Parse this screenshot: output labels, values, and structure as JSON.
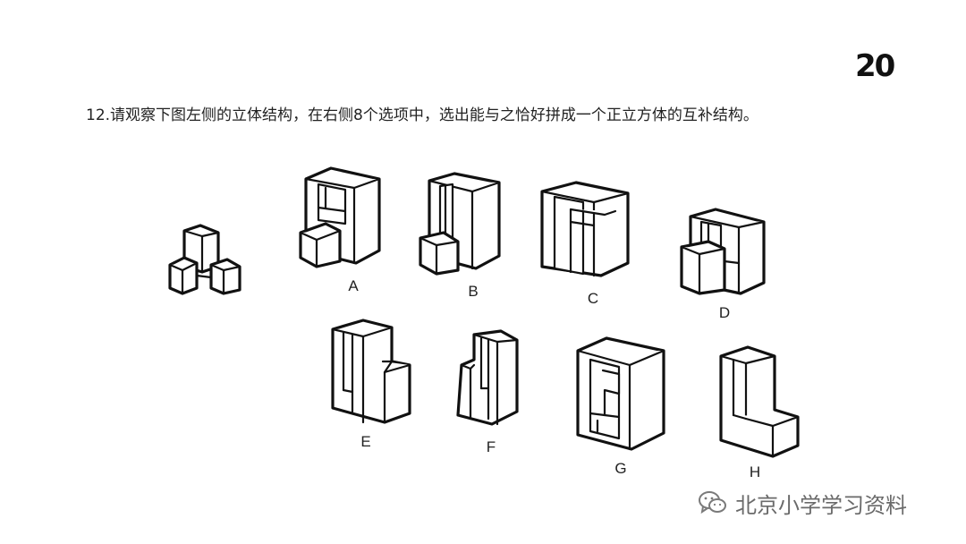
{
  "page_number": "20",
  "question": "12.请观察下图左侧的立体结构，在右侧8个选项中，选出能与之恰好拼成一个正立方体的互补结构。",
  "options": [
    "A",
    "B",
    "C",
    "D",
    "E",
    "F",
    "G",
    "H"
  ],
  "watermark": "北京小学学习资料",
  "watermark_icon": "wechat-icon"
}
